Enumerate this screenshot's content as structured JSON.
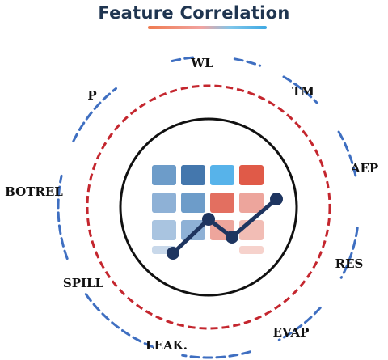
{
  "title": "Feature Correlation",
  "colors": {
    "outer_ring": "#3f6fc1",
    "inner_ring": "#c4262e",
    "circle_stroke": "#111111",
    "trend_line": "#1e3560",
    "grid_blue_dark": "#4477ad",
    "grid_blue_mid": "#6d9cc9",
    "grid_blue_light": "#a9c4e0",
    "grid_cyan": "#57b3ea",
    "grid_red": "#e05a48",
    "grid_red_light": "#eda59c"
  },
  "center_icon": "correlation-matrix-with-trend-line-icon",
  "features": [
    "WL",
    "TM",
    "AEP",
    "RES",
    "EVAP",
    "LEAK.",
    "SPILL",
    "BOTREL",
    "P"
  ]
}
